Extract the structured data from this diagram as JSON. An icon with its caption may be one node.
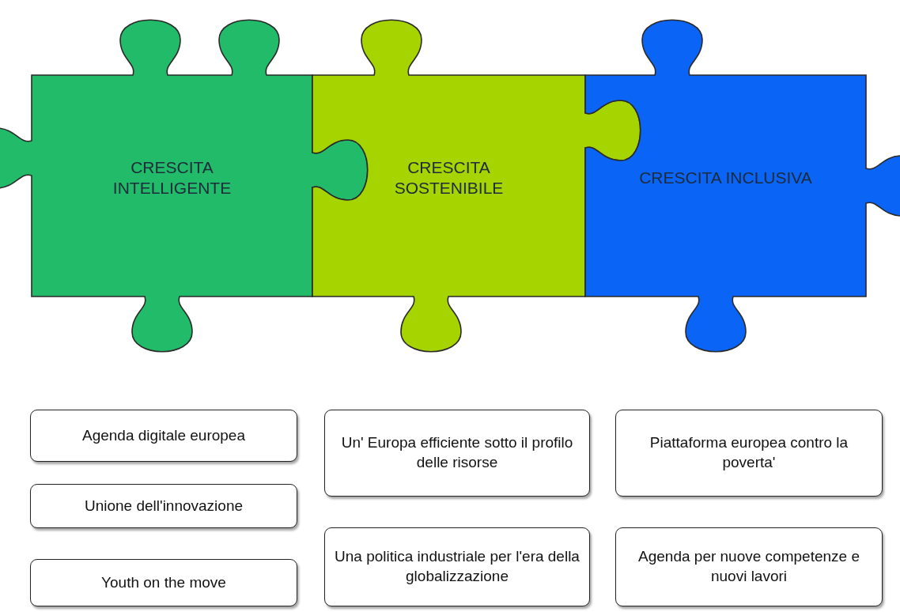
{
  "diagram": {
    "nodes": [
      {
        "text": [
          "CRESCITA INTELLIGENTE"
        ]
      },
      {
        "text": [
          "CRESCITA SOSTENIBILE"
        ]
      },
      {
        "text": [
          "CRESCITA INCLUSIVA"
        ]
      },
      {
        "text": [
          "Agenda digitale europea"
        ]
      },
      {
        "text": [
          "Unione dell'innovazione"
        ]
      },
      {
        "text": [
          "Youth on the move"
        ]
      },
      {
        "text": [
          "Un' Europa efficiente sotto il profilo delle risorse"
        ]
      },
      {
        "text": [
          "Una politica industriale per l'era della globalizzazione"
        ]
      },
      {
        "text": [
          "Piattaforma europea contro la poverta'"
        ]
      },
      {
        "text": [
          "Agenda per nuove competenze e nuovi lavori"
        ]
      }
    ]
  }
}
